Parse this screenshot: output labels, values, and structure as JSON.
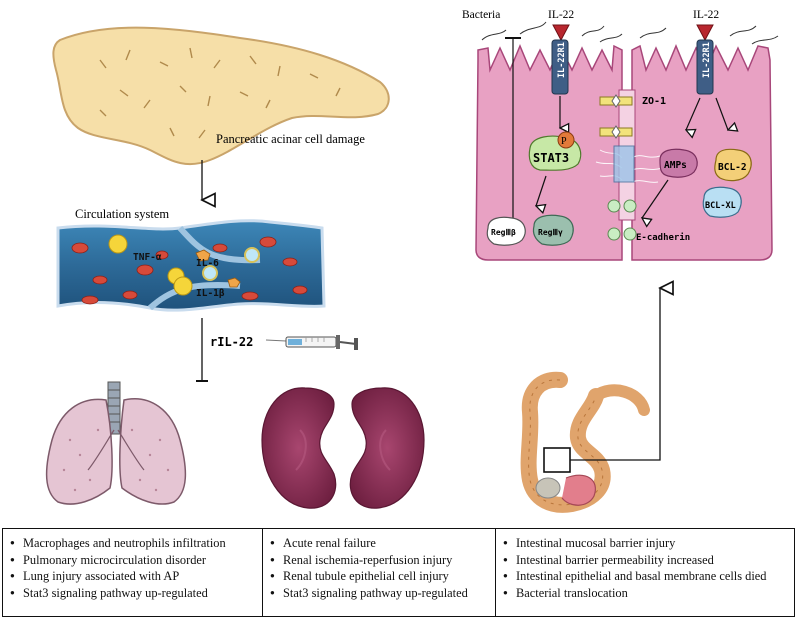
{
  "labels": {
    "pancreas": "Pancreatic acinar cell damage",
    "circulation": "Circulation system",
    "tnf": "TNF-α",
    "il6": "IL-6",
    "il1b": "IL-1β",
    "ril22": "rIL-22",
    "bacteria": "Bacteria",
    "il22_left": "IL-22",
    "il22_right": "IL-22",
    "il22r1_left": "IL-22R1",
    "il22r1_right": "IL-22R1",
    "zo1": "ZO-1",
    "phospho": "P",
    "stat3": "STAT3",
    "amps": "AMPs",
    "bcl2": "BCL-2",
    "bclxl": "BCL-XL",
    "reg3b": "RegⅢβ",
    "reg3g": "RegⅢγ",
    "ecadherin": "E-cadherin"
  },
  "panels": {
    "lung": [
      "Macrophages and neutrophils infiltration",
      "Pulmonary microcirculation disorder",
      "Lung injury associated with AP",
      "Stat3 signaling pathway up-regulated"
    ],
    "kidney": [
      "Acute renal failure",
      "Renal ischemia-reperfusion injury",
      "Renal tubule epithelial cell injury",
      "Stat3 signaling pathway up-regulated"
    ],
    "intestine": [
      "Intestinal mucosal barrier injury",
      "Intestinal barrier permeability  increased",
      "Intestinal epithelial and basal membrane cells died",
      "Bacterial translocation"
    ]
  },
  "colors": {
    "pancreas": "#f6dfa8",
    "vessel": "#2f6f9e",
    "cell": "#e8a1c3",
    "kidney": "#8e2f55",
    "lung": "#e5c5d3",
    "receptor": "#3f5e86",
    "il22": "#b8262e"
  }
}
